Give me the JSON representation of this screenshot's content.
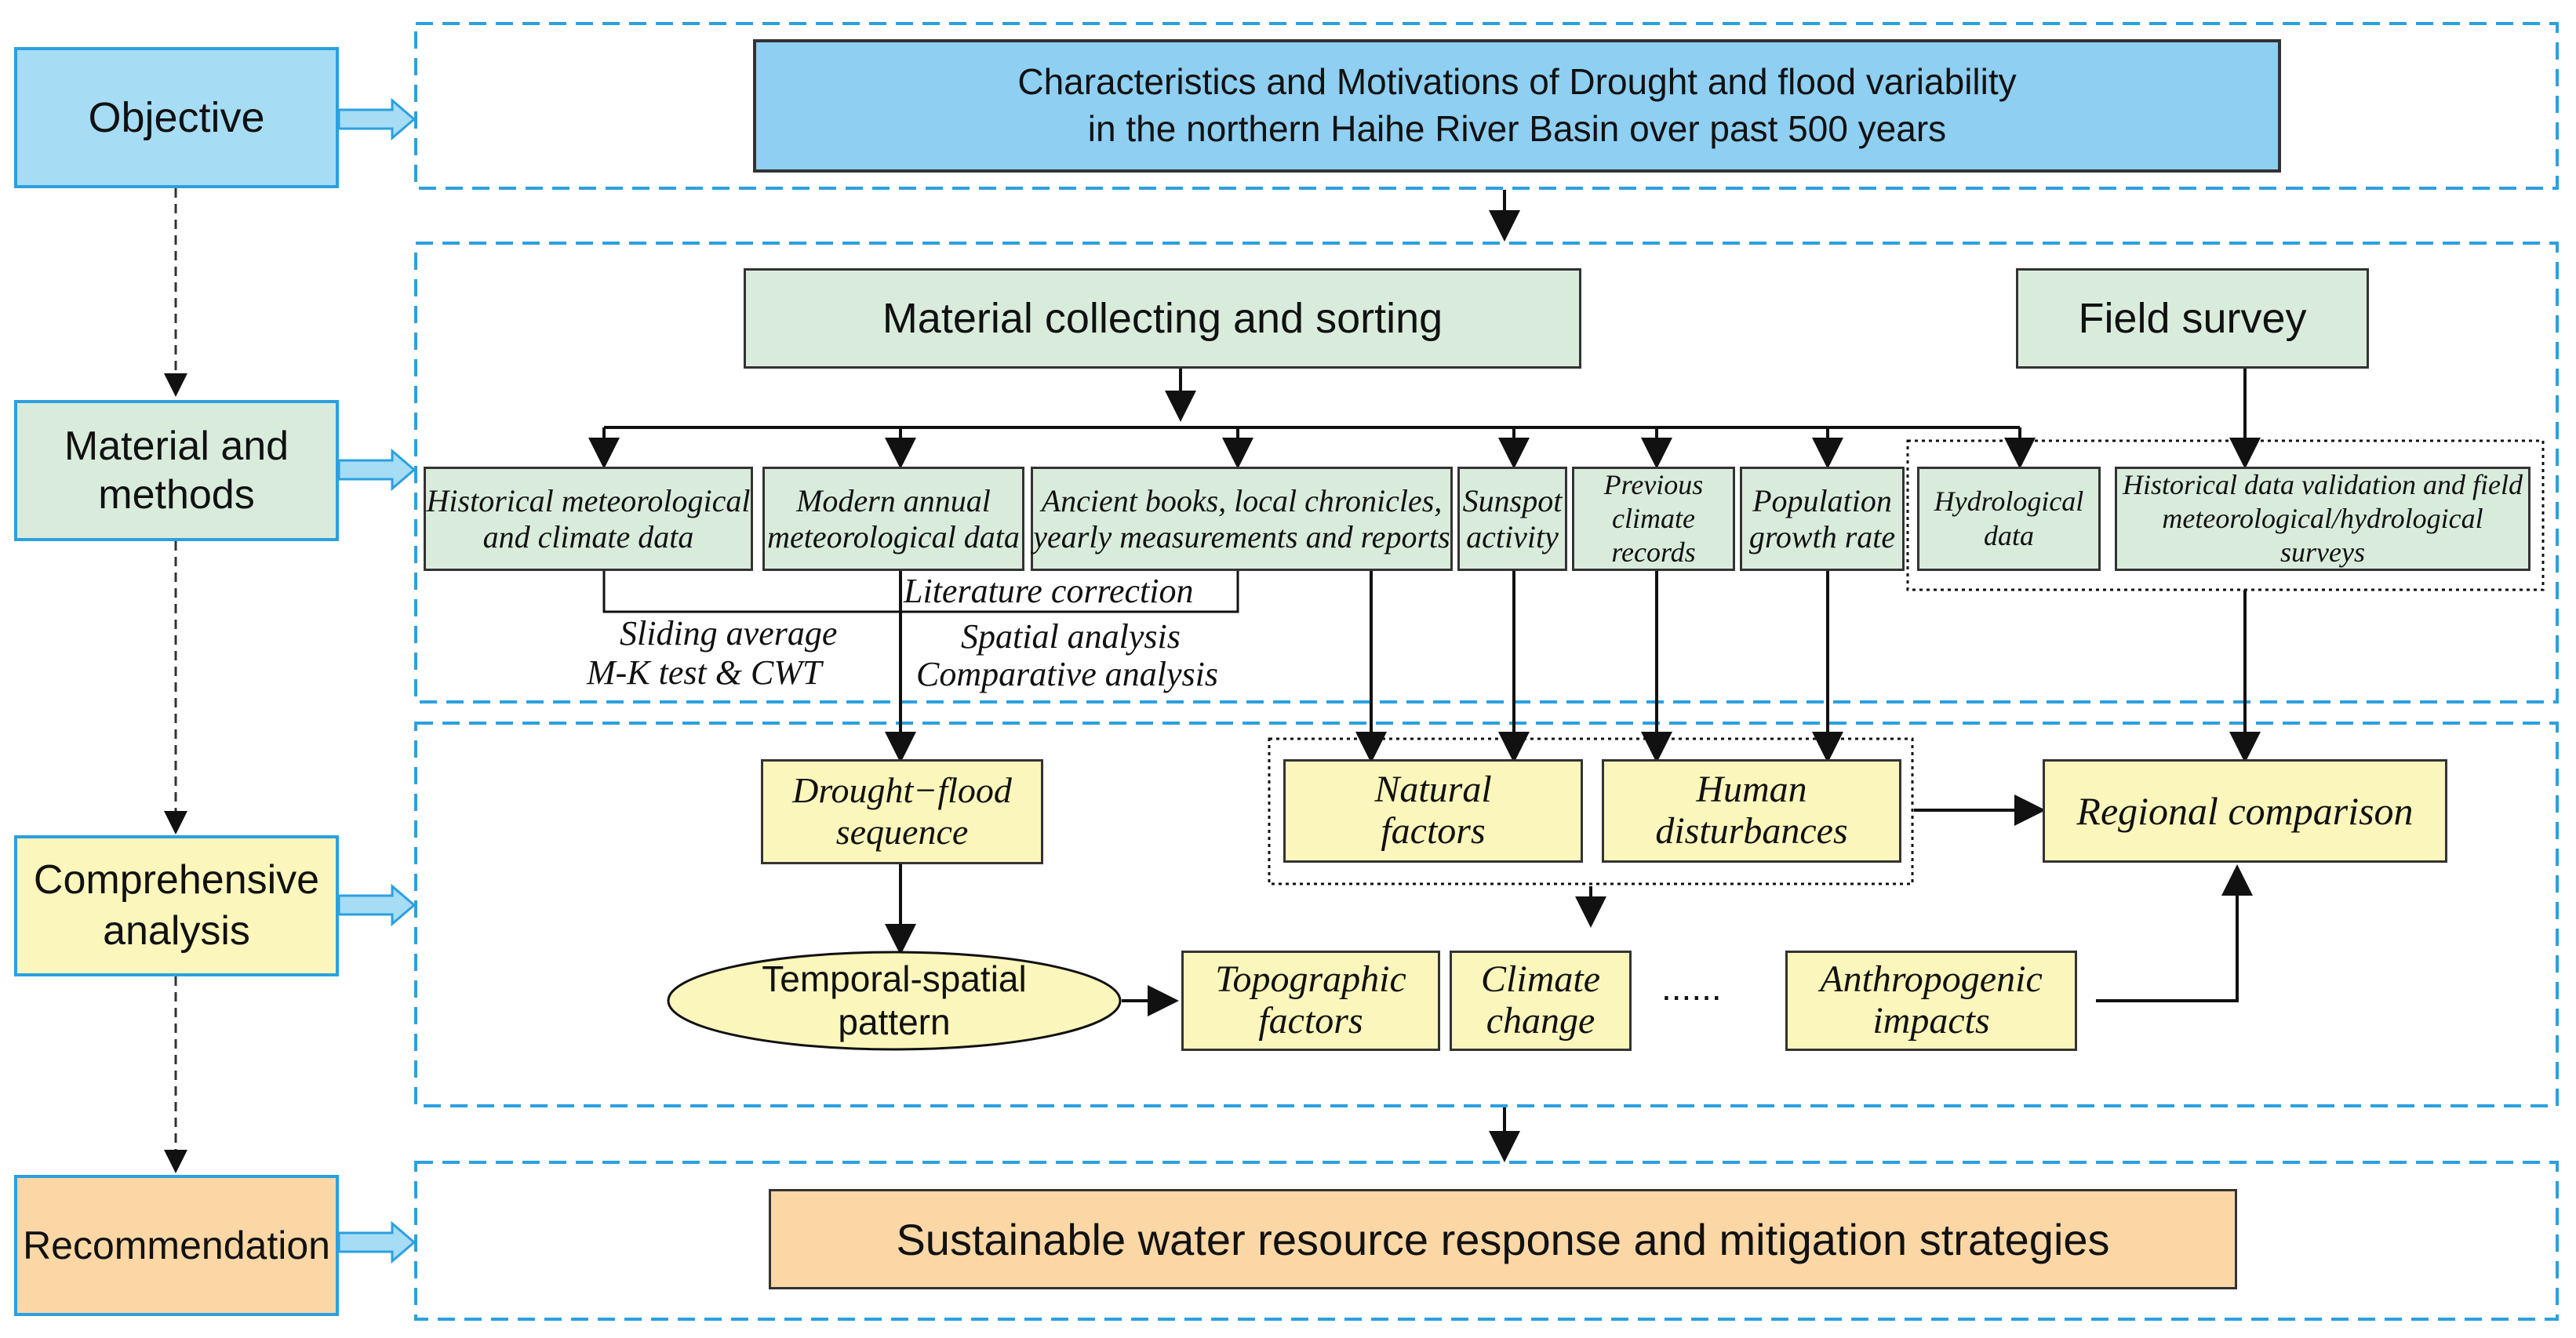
{
  "stages": {
    "objective": "Objective",
    "material_methods": "Material and\nmethods",
    "comprehensive": "Comprehensive\nanalysis",
    "recommendation": "Recommendation"
  },
  "objective_box": "Characteristics and Motivations of Drought and flood variability\nin the northern Haihe River Basin over past 500 years",
  "material_collecting": "Material collecting and sorting",
  "field_survey": "Field survey",
  "data_sources": {
    "historical": "Historical meteorological\nand climate data",
    "modern": "Modern annual\nmeteorological data",
    "ancient": "Ancient books, local chronicles,\nyearly measurements and reports",
    "sunspot": "Sunspot\nactivity",
    "previous": "Previous\nclimate records",
    "population": "Population\ngrowth rate",
    "hydrological": "Hydrological\ndata",
    "validation": "Historical data validation and field\nmeteorological/hydrological surveys"
  },
  "methods": {
    "literature_correction": "Literature correction",
    "sliding_average": "Sliding average",
    "mk_test": "M-K test & CWT",
    "spatial_analysis": "Spatial analysis",
    "comparative_analysis": "Comparative  analysis"
  },
  "analysis": {
    "drought_flood": "Drought−flood\nsequence",
    "natural_factors": "Natural\nfactors",
    "human_disturbances": "Human\ndisturbances",
    "regional_comparison": "Regional comparison",
    "temporal_spatial": "Temporal-spatial\npattern",
    "topographic": "Topographic\nfactors",
    "climate_change": "Climate\nchange",
    "ellipsis": "......",
    "anthropogenic": "Anthropogenic\nimpacts"
  },
  "recommendation_box": "Sustainable water resource response and mitigation strategies",
  "colors": {
    "blue": "#a6dcf4",
    "green": "#d9ecdc",
    "yellow": "#fbf6bb",
    "orange": "#fad7a5",
    "dash_border": "#2ba0e0"
  }
}
